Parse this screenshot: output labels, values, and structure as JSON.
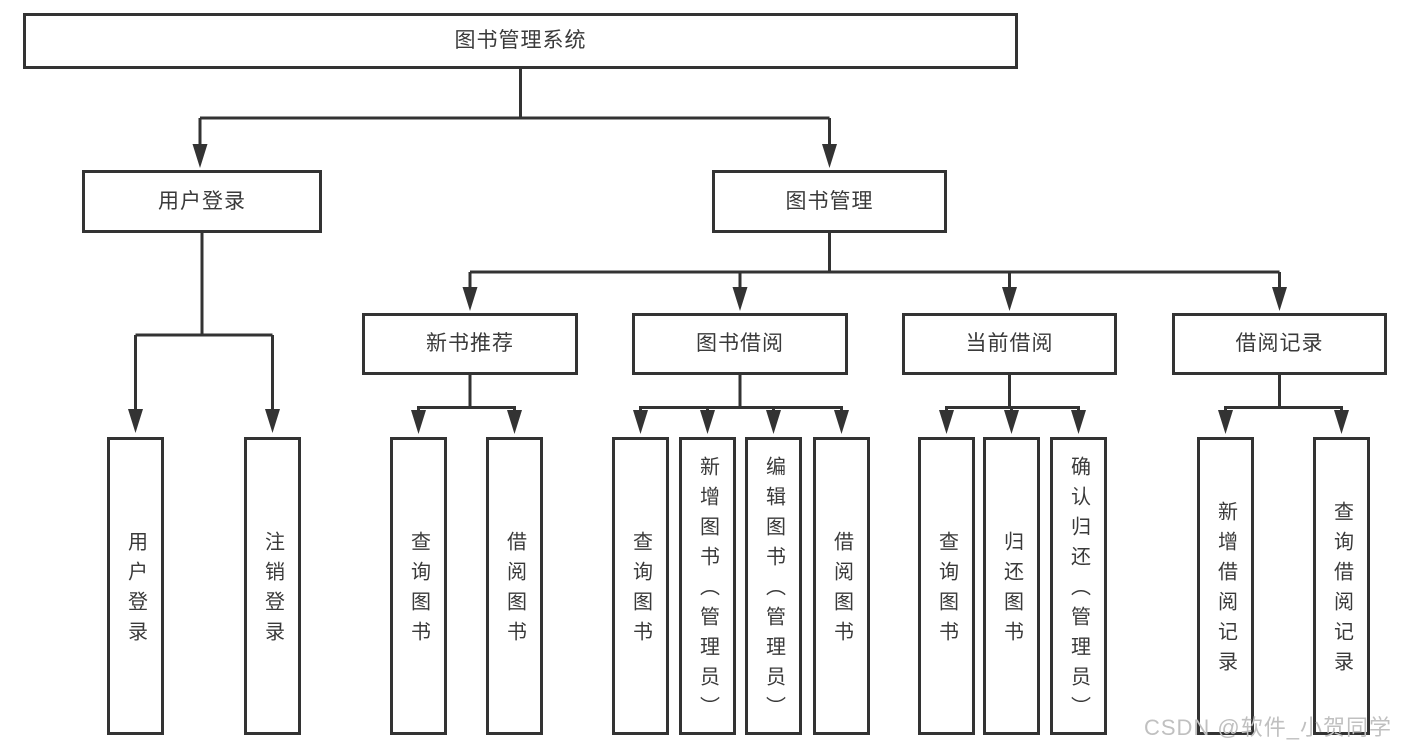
{
  "diagram": {
    "root": {
      "label": "图书管理系统",
      "children": [
        {
          "label": "用户登录",
          "children": [
            {
              "label": "用户登录"
            },
            {
              "label": "注销登录"
            }
          ]
        },
        {
          "label": "图书管理",
          "children": [
            {
              "label": "新书推荐",
              "children": [
                {
                  "label": "查询图书"
                },
                {
                  "label": "借阅图书"
                }
              ]
            },
            {
              "label": "图书借阅",
              "children": [
                {
                  "label": "查询图书"
                },
                {
                  "label": "新增图书（管理员）"
                },
                {
                  "label": "编辑图书（管理员）"
                },
                {
                  "label": "借阅图书"
                }
              ]
            },
            {
              "label": "当前借阅",
              "children": [
                {
                  "label": "查询图书"
                },
                {
                  "label": "归还图书"
                },
                {
                  "label": "确认归还（管理员）"
                }
              ]
            },
            {
              "label": "借阅记录",
              "children": [
                {
                  "label": "新增借阅记录"
                },
                {
                  "label": "查询借阅记录"
                }
              ]
            }
          ]
        }
      ]
    }
  },
  "watermark": "CSDN @软件_小贺同学",
  "colors": {
    "line": "#333333",
    "text": "#3a3a3a",
    "node_background": "#ffffff",
    "page_background": "#ffffff",
    "watermark": "#c0c0c0"
  }
}
